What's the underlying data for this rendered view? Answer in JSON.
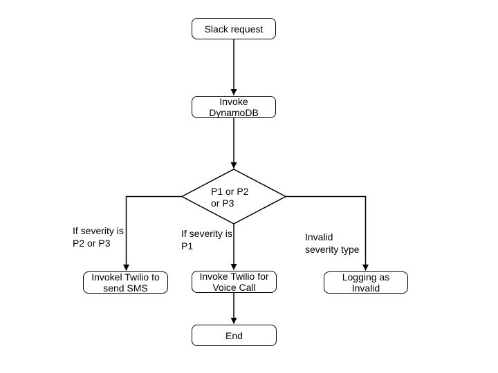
{
  "diagram": {
    "type": "flowchart",
    "background_color": "#ffffff",
    "stroke_color": "#000000",
    "text_color": "#000000",
    "nodes": {
      "slack_request": {
        "label": "Slack request",
        "shape": "rounded-rect"
      },
      "invoke_dynamodb": {
        "label": "Invoke\nDynamoDB",
        "shape": "rounded-rect"
      },
      "severity_decision": {
        "label": "P1 or P2\nor P3",
        "shape": "diamond"
      },
      "invoke_twilio_sms": {
        "label": "Invokel Twilio to\nsend SMS",
        "shape": "rounded-rect"
      },
      "invoke_twilio_voice": {
        "label": "Invoke Twilio for\nVoice Call",
        "shape": "rounded-rect"
      },
      "logging_invalid": {
        "label": "Logging as\nInvalid",
        "shape": "rounded-rect"
      },
      "end": {
        "label": "End",
        "shape": "rounded-rect"
      }
    },
    "edge_labels": {
      "sms_branch": "If severity is\nP2 or P3",
      "voice_branch": "If severity is\nP1",
      "invalid_branch": "Invalid\nseverity type"
    }
  }
}
